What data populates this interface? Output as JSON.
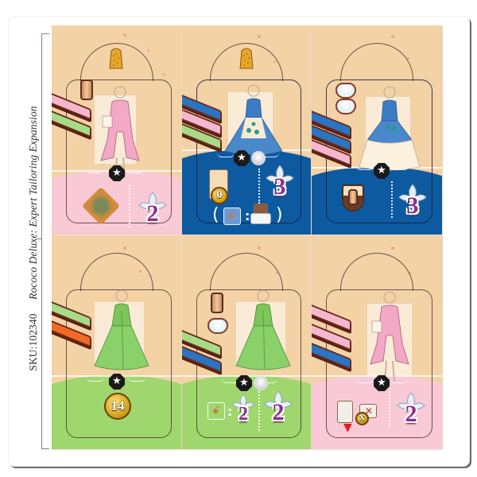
{
  "sheet": {
    "sku": "SKU:102340",
    "title": "Rococo Deluxe: Expert Tailoring Expansion"
  },
  "colors": {
    "parchment": "#f3d2a6",
    "pink_band": "#f9c9d6",
    "blue_band": "#0e5aa0",
    "green_band": "#9fd76e",
    "number_purple": "#8e2e8e",
    "coin_gold": "#d09a14"
  },
  "cards": [
    {
      "id": "card-1",
      "garment": "pink-coat",
      "band_color": "pink",
      "top_icon": "thimble-icon",
      "materials": [
        "spool-icon",
        "fabric-pink",
        "fabric-green"
      ],
      "requirement_badges": [
        "star-badge"
      ],
      "reward_icon": "portrait-icon",
      "prestige": "2"
    },
    {
      "id": "card-2",
      "garment": "blue-dress",
      "band_color": "blue",
      "top_icon": "thimble-icon",
      "materials": [
        "fabric-blue",
        "fabric-pink",
        "fabric-green"
      ],
      "requirement_badges": [
        "star-badge",
        "lace-badge"
      ],
      "reward_icon": "card-with-coin-icon",
      "coin_value": "0",
      "prestige": "3",
      "bonus_open": "(",
      "bonus_separator": ":",
      "bonus_close": ")",
      "bonus_left_icon": "embroidery-tool-icon",
      "bonus_right_icon": "material-box-icon"
    },
    {
      "id": "card-3",
      "garment": "blue-gown",
      "band_color": "blue",
      "top_icon": null,
      "materials": [
        "lace-icon",
        "lace-icon",
        "fabric-blue",
        "fabric-blue",
        "fabric-pink"
      ],
      "requirement_badges": [
        "star-badge"
      ],
      "reward_icon": "spool-shield-icon",
      "prestige": "3"
    },
    {
      "id": "card-4",
      "garment": "green-dress",
      "band_color": "green",
      "top_icon": null,
      "materials": [
        "fabric-green",
        "fabric-orange"
      ],
      "requirement_badges": [
        "star-badge"
      ],
      "reward_icon": "coin-icon",
      "coin_value": "14"
    },
    {
      "id": "card-5",
      "garment": "green-dress",
      "band_color": "green",
      "top_icon": null,
      "materials": [
        "spool-icon",
        "lace-icon",
        "fabric-green",
        "fabric-blue"
      ],
      "requirement_badges": [
        "star-badge",
        "lace-badge"
      ],
      "reward_icon": "embroidery-tool-icon",
      "reward_separator": ":",
      "reward_small_prestige": "2",
      "prestige": "2"
    },
    {
      "id": "card-6",
      "garment": "pink-coat",
      "band_color": "pink",
      "top_icon": null,
      "materials": [
        "fabric-pink",
        "fabric-pink",
        "fabric-blue"
      ],
      "requirement_badges": [
        "star-badge"
      ],
      "reward_icon": "discard-card-icon",
      "coin_value": "X",
      "prestige": "2"
    }
  ],
  "icons": {
    "star": "★",
    "tool": "ꗃ",
    "arrow_down": "▼",
    "cross": "✕"
  }
}
